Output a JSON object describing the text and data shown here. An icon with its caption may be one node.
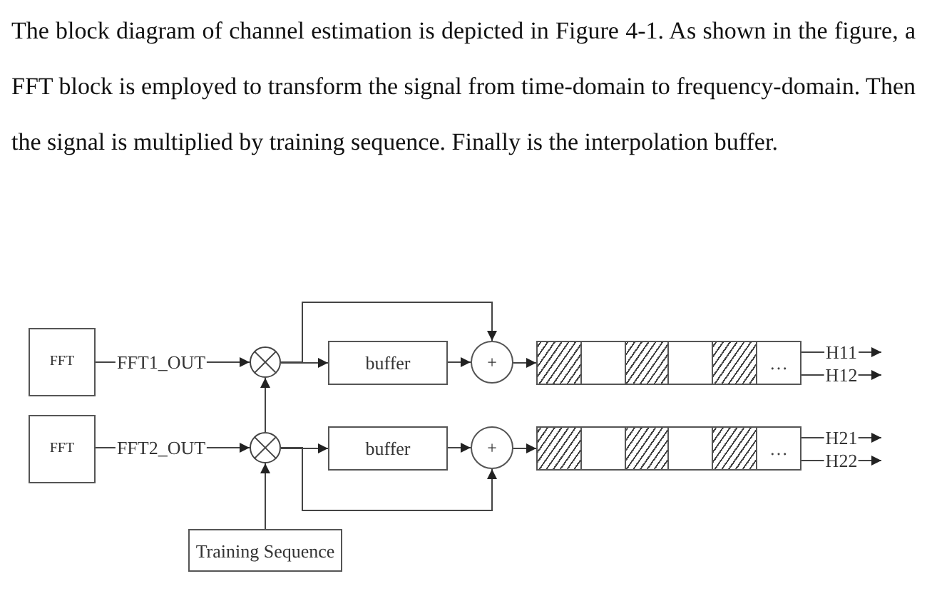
{
  "diagram": {
    "nodes": [
      {
        "text": [
          "FFT"
        ]
      },
      {
        "text": [
          "FFT"
        ]
      },
      {
        "text": [],
        "shape": "circle"
      },
      {
        "text": [],
        "shape": "circle"
      },
      {
        "text": [
          "buffer"
        ]
      },
      {
        "text": [
          "buffer"
        ]
      },
      {
        "text": [
          "+"
        ]
      },
      {
        "text": [
          "+"
        ]
      },
      {
        "text": [
          "…"
        ]
      },
      {
        "text": [
          "…"
        ]
      },
      {
        "text": [
          "Training Sequence"
        ]
      }
    ],
    "edges": [
      {
        "from": 0,
        "to": 2,
        "arrow": "to",
        "label": "FFT1_OUT"
      },
      {
        "from": 1,
        "to": 3,
        "arrow": "to",
        "label": "FFT2_OUT"
      },
      {
        "from": 10,
        "to": 3,
        "arrow": "to"
      },
      {
        "from": 3,
        "to": 2,
        "arrow": "to"
      },
      {
        "from": 2,
        "to": 4,
        "arrow": "to"
      },
      {
        "from": 2,
        "to": 6,
        "arrow": "to"
      },
      {
        "from": 4,
        "to": 6,
        "arrow": "to"
      },
      {
        "from": 3,
        "to": 5,
        "arrow": "to"
      },
      {
        "from": 3,
        "to": 7,
        "arrow": "to"
      },
      {
        "from": 5,
        "to": 7,
        "arrow": "to"
      },
      {
        "from": 6,
        "to": 8,
        "arrow": "to"
      },
      {
        "from": 7,
        "to": 9,
        "arrow": "to"
      },
      {
        "from": 8,
        "to": null,
        "arrow": "to",
        "label": "H11"
      },
      {
        "from": 8,
        "to": null,
        "arrow": "to",
        "label": "H12"
      },
      {
        "from": 9,
        "to": null,
        "arrow": "to",
        "label": "H21"
      },
      {
        "from": 9,
        "to": null,
        "arrow": "to",
        "label": "H22"
      }
    ],
    "labels": [
      "The block diagram of channel estimation is depicted in Figure 4-1. As shown in the figure, a FFT block is employed to transform the signal from time-domain to frequency-domain. Then the signal is multiplied by training sequence. Finally is the interpolation buffer."
    ]
  }
}
